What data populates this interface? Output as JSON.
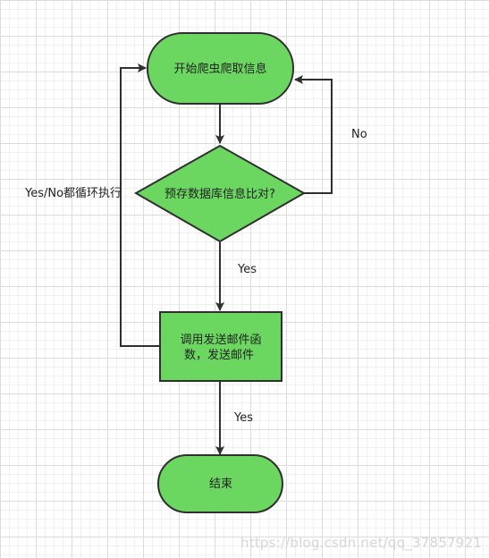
{
  "diagram": {
    "colors": {
      "fill": "#6bd761",
      "stroke": "#2f2f2f"
    },
    "nodes": {
      "start": {
        "label": "开始爬虫爬取信息"
      },
      "decision": {
        "label": "预存数据库信息比对?"
      },
      "process": {
        "line1": "调用发送邮件函",
        "line2": "数，发送邮件"
      },
      "end": {
        "label": "结束"
      }
    },
    "edges": {
      "no_label": "No",
      "yes_label_1": "Yes",
      "yes_label_2": "Yes",
      "loop_label": "Yes/No都循环执行"
    }
  },
  "watermark": "https://blog.csdn.net/qq_37857921"
}
